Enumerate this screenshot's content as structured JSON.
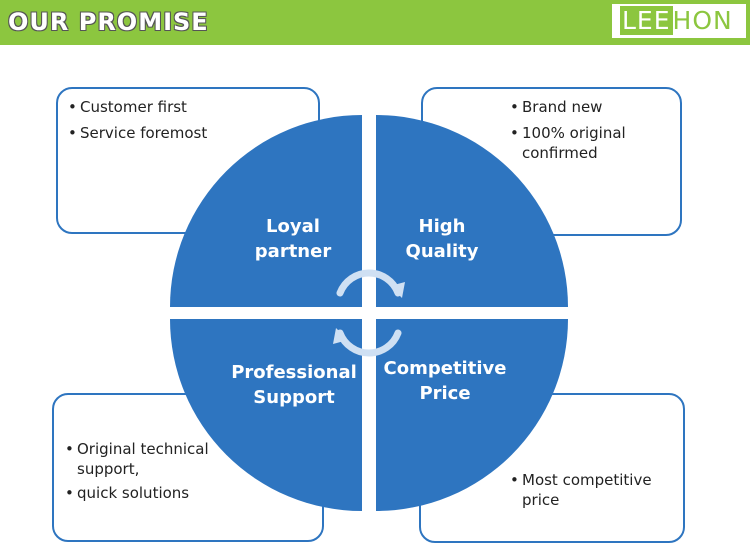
{
  "header": {
    "title": "OUR PROMISE",
    "logo_part1": "LEE",
    "logo_part2": "HON"
  },
  "colors": {
    "header_green": "#8cc63f",
    "quadrant_blue": "#2e75c0",
    "arrow_light_blue": "#cfe0f3"
  },
  "quadrants": [
    {
      "line1": "Loyal",
      "line2": "partner",
      "bullets": [
        "Customer first",
        "Service foremost"
      ]
    },
    {
      "line1": "High",
      "line2": "Quality",
      "bullets": [
        "Brand new",
        "100% original confirmed"
      ]
    },
    {
      "line1": "Professional",
      "line2": "Support",
      "bullets": [
        "Original technical support,",
        "quick solutions"
      ]
    },
    {
      "line1": "Competitive",
      "line2": "Price",
      "bullets": [
        "Most competitive price"
      ]
    }
  ],
  "center_icon": "circular-refresh-arrows-icon"
}
